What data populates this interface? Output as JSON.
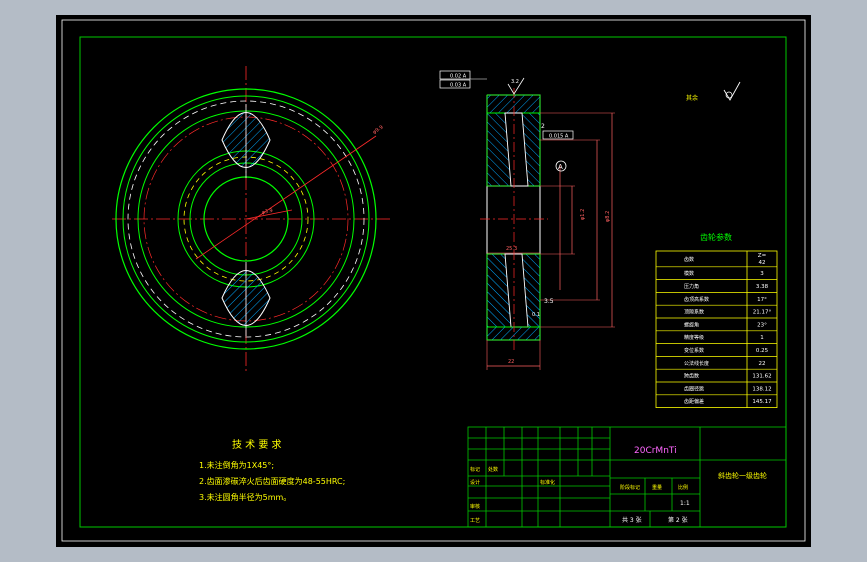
{
  "colors": {
    "sheet": "#000000",
    "frame": "#00c800",
    "outline": "#ffffff",
    "center": "#ff2a2a",
    "dim": "#ff6060",
    "text": "#ffff00",
    "hatch": "#00a8ff",
    "title_block": "#00c800",
    "material": "#ff66ff"
  },
  "dims": {
    "front_dia": "φ9.9",
    "front_pitch": "φ3.9",
    "datum_sym": "A",
    "roughness_top": "3.2",
    "gap": "2",
    "tol_frame": "0.015 A",
    "width_inner": "25.3",
    "width_total": "22",
    "bore": "φ1.2",
    "pitch_dia": "φ8.2",
    "chamfer": "3.5",
    "radius": "0.1"
  },
  "gtol": {
    "row1": "0.02 A",
    "row2": "0.03 A"
  },
  "roughness": {
    "label": "其余"
  },
  "param_table": {
    "title": "齿轮参数",
    "rows": [
      {
        "label": "齿数",
        "value": "Z=\n42"
      },
      {
        "label": "模数",
        "value": "3"
      },
      {
        "label": "压力角",
        "value": "3.38"
      },
      {
        "label": "齿顶高系数",
        "value": "17°"
      },
      {
        "label": "顶隙系数",
        "value": "21.17°"
      },
      {
        "label": "螺旋角",
        "value": "23°"
      },
      {
        "label": "精度等级",
        "value": "1"
      },
      {
        "label": "变位系数",
        "value": "0.25"
      },
      {
        "label": "公法线长度",
        "value": "22"
      },
      {
        "label": "跨齿数",
        "value": "131.62"
      },
      {
        "label": "齿圈径跳",
        "value": "138.12"
      },
      {
        "label": "齿距偏差",
        "value": "145.17"
      }
    ]
  },
  "tech_req": {
    "title": "技 术 要 求",
    "items": [
      "1.未注倒角为1X45°;",
      "2.齿面渗碳淬火后齿面硬度为48-55HRC;",
      "3.未注圆角半径为5mm。"
    ]
  },
  "title_block": {
    "material": "20CrMnTi",
    "part_name": "斜齿轮一级齿轮",
    "label_mark": "标记",
    "label_count": "处数",
    "label_design": "设计",
    "label_std": "标准化",
    "label_review": "审核",
    "label_craft": "工艺",
    "label_stage": "阶段标记",
    "label_weight": "重量",
    "label_scale": "比例",
    "scale": "1:1",
    "sheet_total": "共 3 张",
    "sheet_no": "第 2 张"
  }
}
